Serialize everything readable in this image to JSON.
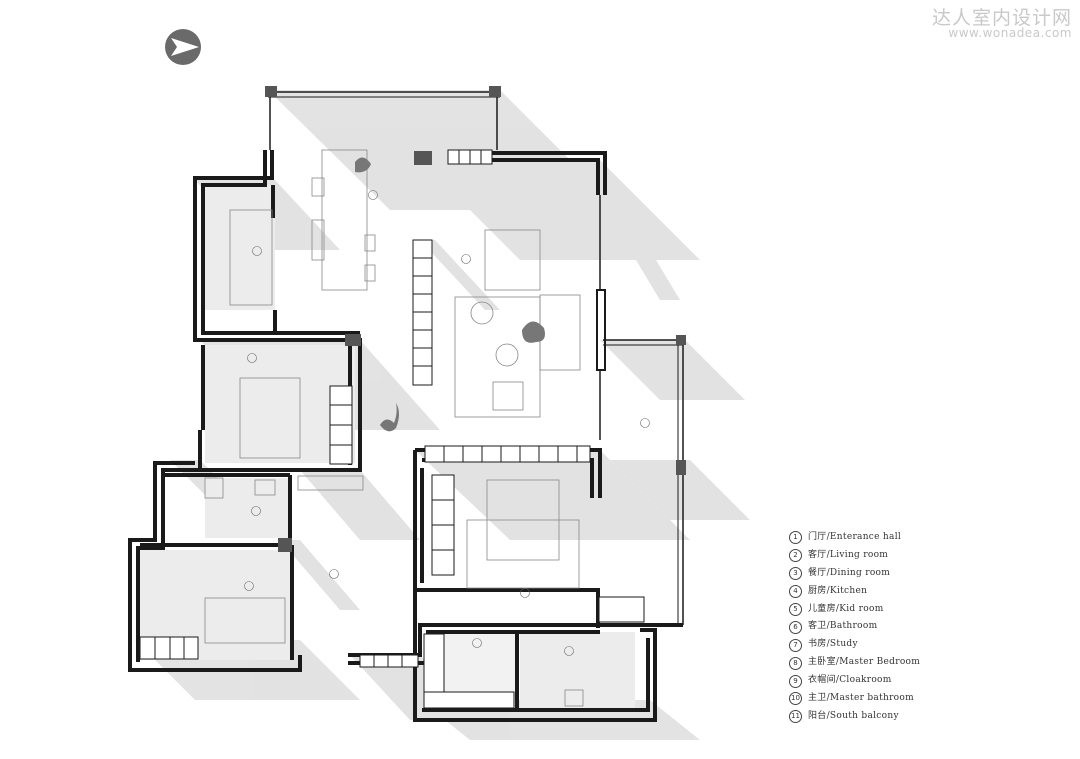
{
  "watermark": {
    "title": "达人室内设计网",
    "url": "www.wonadea.com"
  },
  "compass_icon": "north-arrow-icon",
  "colors": {
    "wall": "#1a1a1a",
    "shadow": "#dcdcdc",
    "room_fill": "#ececec",
    "accent_block": "#555555"
  },
  "rooms": [
    {
      "num": "1",
      "label": "门厅/Enterance hall"
    },
    {
      "num": "2",
      "label": "客厅/Living room"
    },
    {
      "num": "3",
      "label": "餐厅/Dining room"
    },
    {
      "num": "4",
      "label": "厨房/Kitchen"
    },
    {
      "num": "5",
      "label": "儿童房/Kid room"
    },
    {
      "num": "6",
      "label": "客卫/Bathroom"
    },
    {
      "num": "7",
      "label": "书房/Study"
    },
    {
      "num": "8",
      "label": "主卧室/Master Bedroom"
    },
    {
      "num": "9",
      "label": "衣帽间/Cloakroom"
    },
    {
      "num": "10",
      "label": "主卫/Master bathroom"
    },
    {
      "num": "11",
      "label": "阳台/South balcony"
    }
  ]
}
